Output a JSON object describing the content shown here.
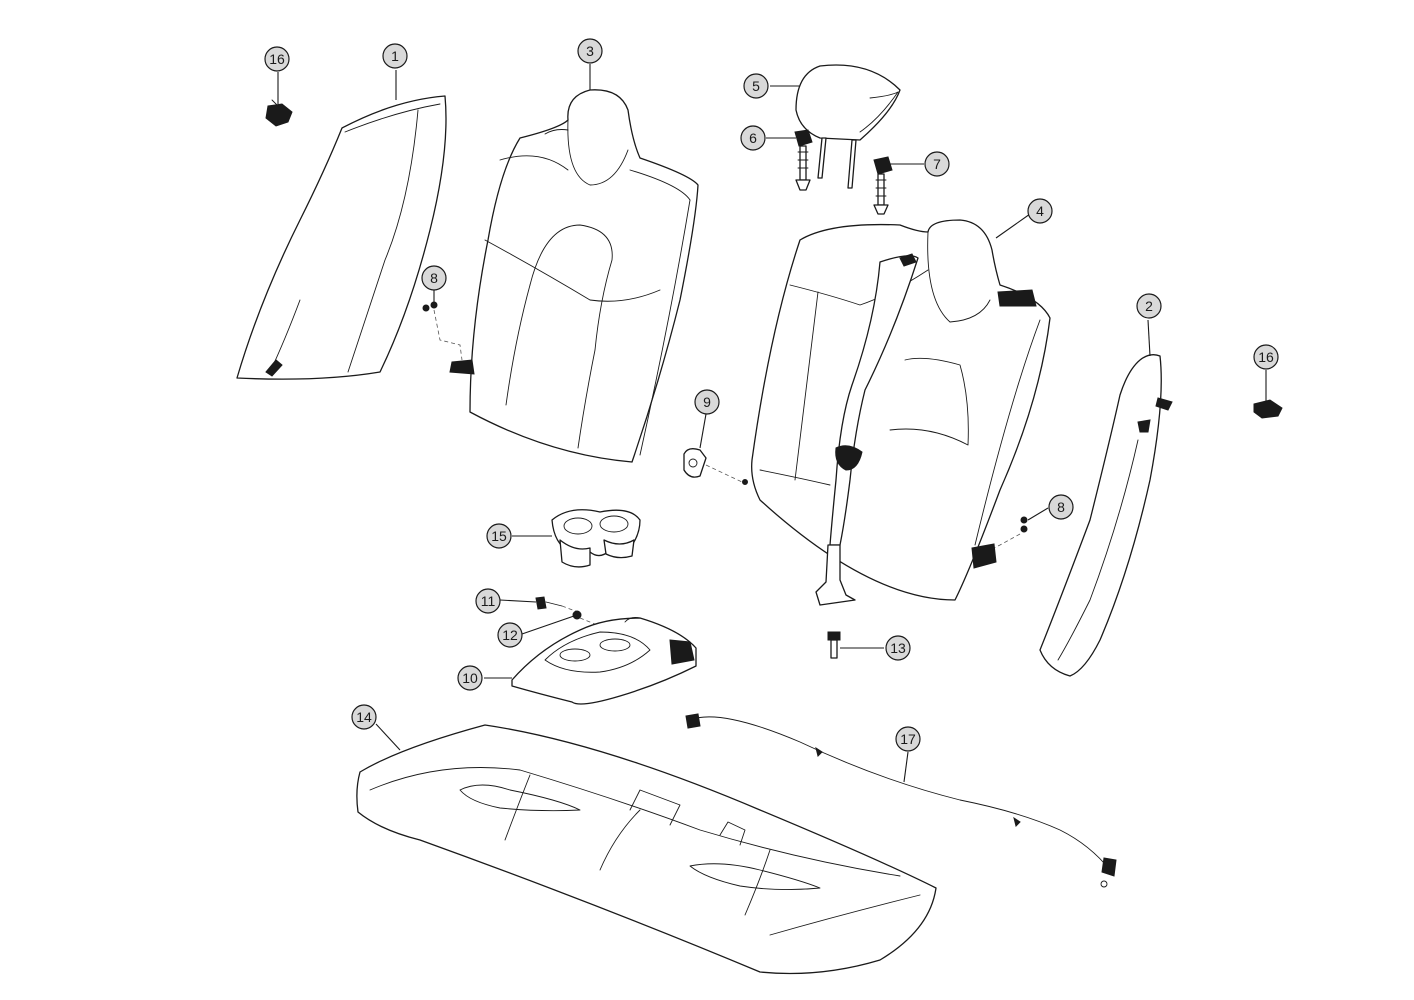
{
  "callouts": [
    {
      "id": "c1",
      "label": "1"
    },
    {
      "id": "c2",
      "label": "2"
    },
    {
      "id": "c3",
      "label": "3"
    },
    {
      "id": "c4",
      "label": "4"
    },
    {
      "id": "c5",
      "label": "5"
    },
    {
      "id": "c6",
      "label": "6"
    },
    {
      "id": "c7",
      "label": "7"
    },
    {
      "id": "c8a",
      "label": "8"
    },
    {
      "id": "c8b",
      "label": "8"
    },
    {
      "id": "c9",
      "label": "9"
    },
    {
      "id": "c10",
      "label": "10"
    },
    {
      "id": "c11",
      "label": "11"
    },
    {
      "id": "c12",
      "label": "12"
    },
    {
      "id": "c13",
      "label": "13"
    },
    {
      "id": "c14",
      "label": "14"
    },
    {
      "id": "c15",
      "label": "15"
    },
    {
      "id": "c16a",
      "label": "16"
    },
    {
      "id": "c16b",
      "label": "16"
    },
    {
      "id": "c17",
      "label": "17"
    }
  ],
  "colors": {
    "callout_fill": "#d9d9d9",
    "line": "#1a1a1a",
    "background": "#ffffff"
  }
}
